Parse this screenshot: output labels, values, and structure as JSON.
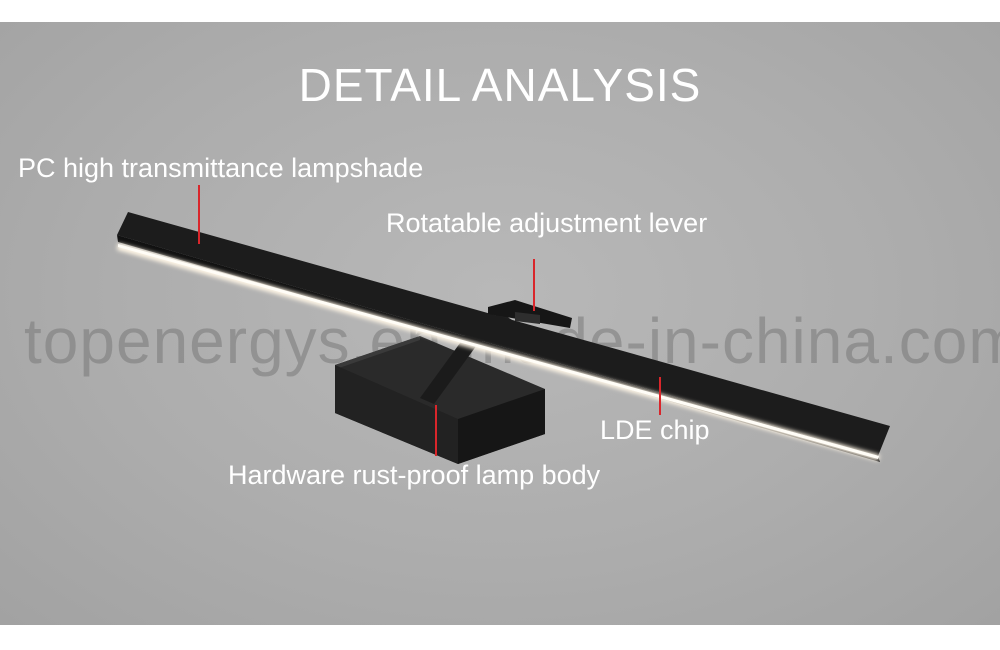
{
  "title": "DETAIL ANALYSIS",
  "watermark": "topenergys.en.made-in-china.com",
  "labels": {
    "lampshade": "PC high transmittance lampshade",
    "lever": "Rotatable adjustment lever",
    "chip": "LDE chip",
    "body": "Hardware rust-proof lamp body"
  },
  "colors": {
    "background": "#adadad",
    "lamp": "#1e1e1e",
    "glow": "#fff6e6",
    "pointer": "#d9262b",
    "text": "#ffffff"
  }
}
